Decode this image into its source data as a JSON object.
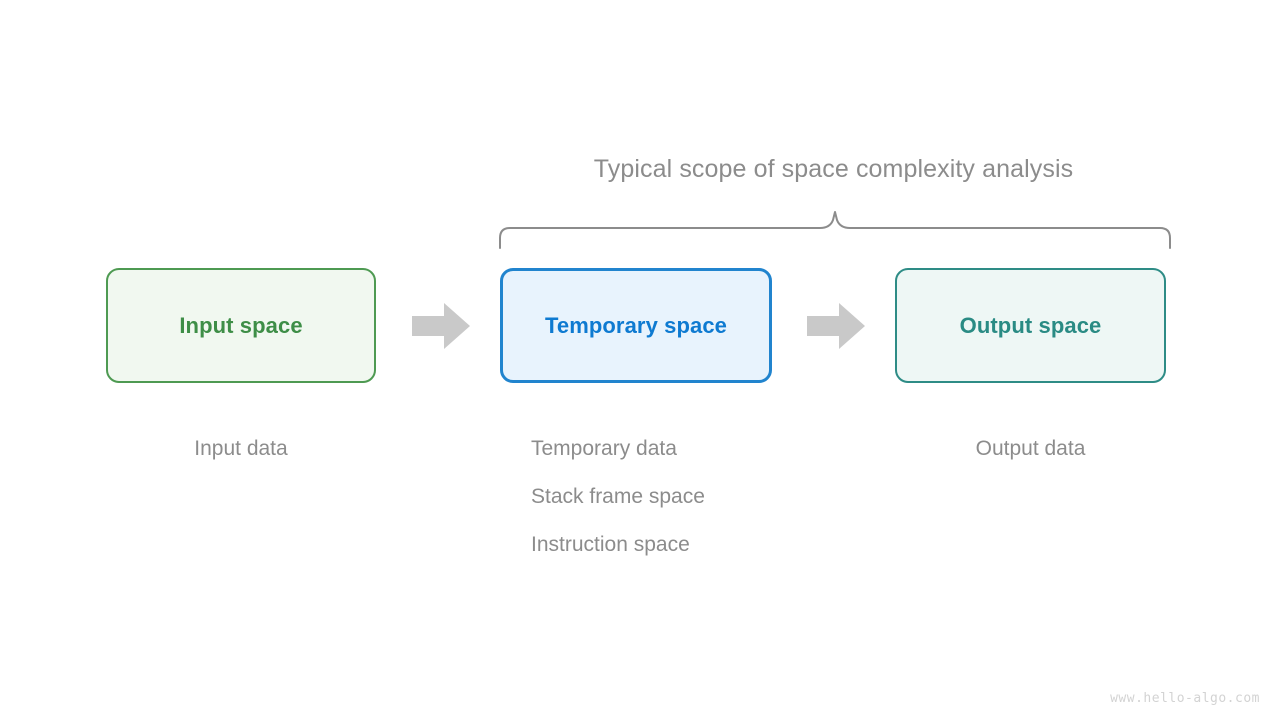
{
  "diagram": {
    "scope_label": "Typical scope of space complexity analysis",
    "watermark": "www.hello-algo.com",
    "colors": {
      "input_border": "#4e9a52",
      "input_fill": "#f1f8f0",
      "input_text": "#3e8e47",
      "temp_border": "#2184ce",
      "temp_fill": "#e8f3fd",
      "temp_text": "#0e7ad1",
      "output_border": "#2e8c86",
      "output_fill": "#eef7f5",
      "output_text": "#2a8b84",
      "arrow": "#c9c9c9",
      "brace": "#8c8c8c",
      "caption_text": "#8c8c8c",
      "watermark_text": "#d3d3d3"
    },
    "boxes": [
      {
        "id": "input",
        "label": "Input space"
      },
      {
        "id": "temporary",
        "label": "Temporary space"
      },
      {
        "id": "output",
        "label": "Output space"
      }
    ],
    "arrows": [
      {
        "id": "input-to-temporary",
        "icon": "right-arrow-icon"
      },
      {
        "id": "temporary-to-output",
        "icon": "right-arrow-icon"
      }
    ],
    "captions": {
      "input": [
        "Input data"
      ],
      "temporary": [
        "Temporary data",
        "Stack frame space",
        "Instruction space"
      ],
      "output": [
        "Output data"
      ]
    }
  }
}
